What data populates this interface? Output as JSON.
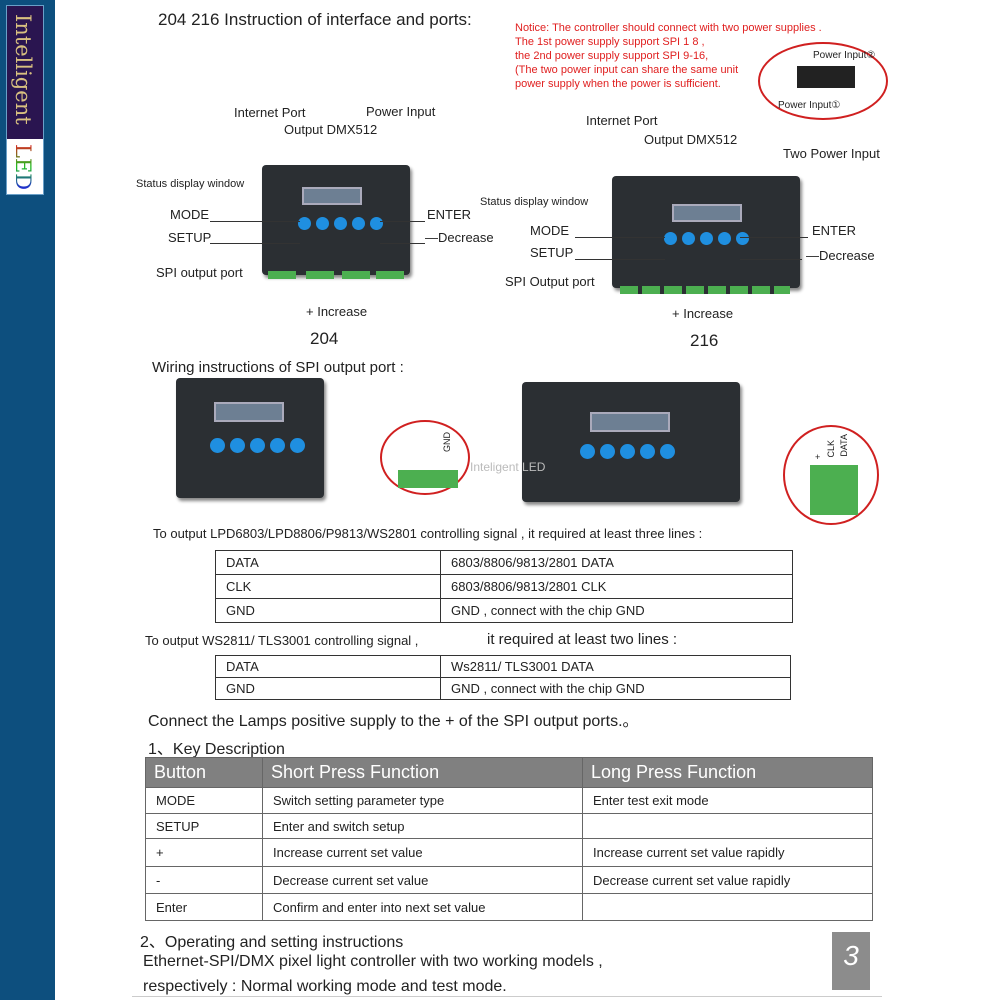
{
  "logo": {
    "word1": "Intelligent",
    "word2": "LED"
  },
  "title": "204  216  Instruction of interface and ports:",
  "notice": [
    "Notice: The controller should connect with two power supplies .",
    "The 1st power supply support SPI 1  8 ,",
    "the 2nd power supply support SPI 9-16,",
    "(The two power input can share the same unit",
    "power supply when the power is sufficient."
  ],
  "power_inset": {
    "input2": "Power Input②",
    "input1": "Power Input①"
  },
  "dev204": {
    "internet": "Internet Port",
    "power": "Power Input",
    "dmx": "Output DMX512",
    "status": "Status display window",
    "mode": "MODE",
    "setup": "SETUP",
    "enter": "ENTER",
    "decrease": "—Decrease",
    "spi": "SPI output port",
    "increase": "+  Increase",
    "name": "204"
  },
  "dev216": {
    "internet": "Internet Port",
    "dmx": "Output DMX512",
    "power": "Two Power Input",
    "status": "Status display window",
    "mode": "MODE",
    "setup": "SETUP",
    "enter": "ENTER",
    "decrease": "—Decrease",
    "spi": "SPI Output port",
    "increase": "+  Increase",
    "name": "216"
  },
  "wiring_title": "Wiring instructions of SPI output port :",
  "pins": {
    "gnd": "GND",
    "data": "DATA",
    "clk": "CLK",
    "plus": "+"
  },
  "watermark": "Inteligent LED",
  "three_line_text": "To output LPD6803/LPD8806/P9813/WS2801 controlling signal , it required at least three lines :",
  "table1": [
    [
      "DATA",
      "6803/8806/9813/2801 DATA"
    ],
    [
      "CLK",
      "6803/8806/9813/2801 CLK"
    ],
    [
      "GND",
      "GND , connect with the chip GND"
    ]
  ],
  "two_line_text_a": "To output WS2811/ TLS3001    controlling   signal ,",
  "two_line_text_b": "it required at least two lines :",
  "table2": [
    [
      "DATA",
      "Ws2811/ TLS3001 DATA"
    ],
    [
      "GND",
      "GND , connect with the chip GND"
    ]
  ],
  "connect_text": "Connect the Lamps positive supply to the + of the SPI output ports.。",
  "key_heading": "1、Key Description",
  "key_table": {
    "headers": [
      "Button",
      "Short Press Function",
      "Long Press Function"
    ],
    "rows": [
      [
        "MODE",
        "Switch setting parameter  type",
        "Enter test exit mode"
      ],
      [
        "SETUP",
        "Enter and switch setup",
        ""
      ],
      [
        "+",
        "Increase current  set value",
        "Increase current  set value rapidly"
      ],
      [
        "-",
        "Decrease current set value",
        "Decrease current set value rapidly"
      ],
      [
        "Enter",
        "Confirm and enter into next set value",
        ""
      ]
    ]
  },
  "op_heading": "2、Operating and setting instructions",
  "op_line1": "Ethernet-SPI/DMX pixel light controller with two working models ,",
  "op_line2": "respectively : Normal working mode and test mode.",
  "page_number": "3"
}
